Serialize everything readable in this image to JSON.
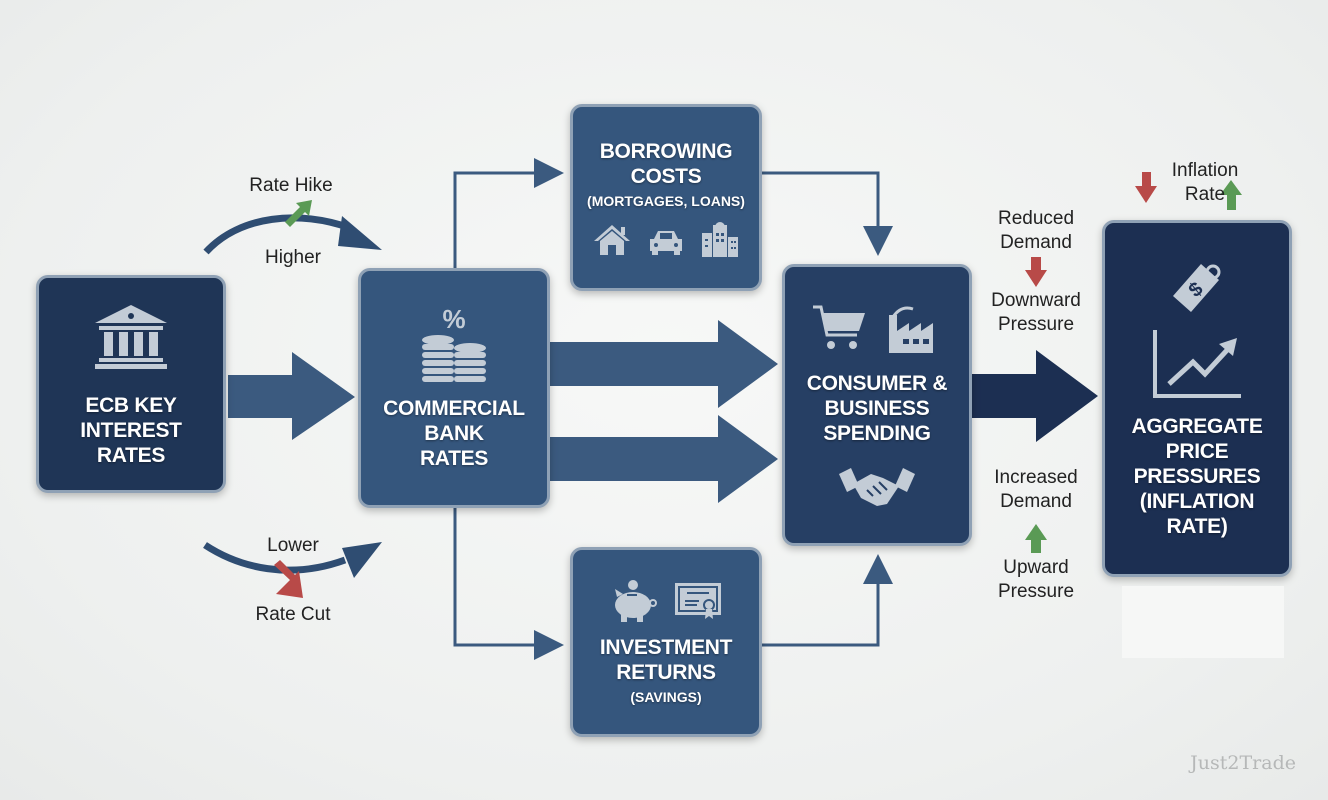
{
  "colors": {
    "dark_box": "#1f3556",
    "mid_box": "#35567d",
    "arrow": "#3b5a7f",
    "dark_arrow": "#1c2f52",
    "green": "#5a9a55",
    "red": "#b84a48",
    "border": "#8fa1b5"
  },
  "nodes": {
    "ecb": {
      "title": "ECB KEY\nINTEREST\nRATES",
      "icon": "bank-building-icon"
    },
    "commercial": {
      "title": "COMMERCIAL\nBANK\nRATES",
      "icon": "percent-coins-icon"
    },
    "borrowing": {
      "title": "BORROWING\nCOSTS",
      "subtitle": "(MORTGAGES, LOANS)",
      "icons": [
        "house-icon",
        "car-icon",
        "office-building-icon"
      ]
    },
    "investment": {
      "title": "INVESTMENT\nRETURNS",
      "subtitle": "(SAVINGS)",
      "icons": [
        "piggy-bank-icon",
        "certificate-icon"
      ]
    },
    "spending": {
      "title": "CONSUMER &\nBUSINESS\nSPENDING",
      "icons": [
        "shopping-cart-icon",
        "factory-icon",
        "handshake-icon"
      ]
    },
    "aggregate": {
      "title": "AGGREGATE\nPRICE\nPRESSURES\n(INFLATION\nRATE)",
      "icons": [
        "price-tag-icon",
        "rising-chart-icon"
      ]
    }
  },
  "labels": {
    "rate_hike": "Rate Hike",
    "higher": "Higher",
    "lower": "Lower",
    "rate_cut": "Rate Cut",
    "reduced_demand": "Reduced\nDemand",
    "downward_pressure": "Downward\nPressure",
    "increased_demand": "Increased\nDemand",
    "upward_pressure": "Upward\nPressure",
    "inflation_rate": "Inflation\nRate"
  },
  "watermark": "Just2Trade"
}
